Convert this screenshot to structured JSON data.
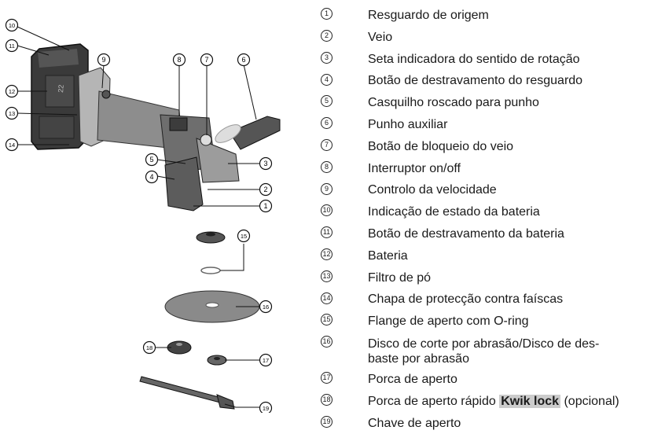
{
  "legend": [
    {
      "num": "1",
      "text": "Resguardo de origem"
    },
    {
      "num": "2",
      "text": "Veio"
    },
    {
      "num": "3",
      "text": "Seta indicadora do sentido de rotação"
    },
    {
      "num": "4",
      "text": "Botão de destravamento do resguardo"
    },
    {
      "num": "5",
      "text": "Casquilho roscado para punho"
    },
    {
      "num": "6",
      "text": "Punho auxiliar"
    },
    {
      "num": "7",
      "text": "Botão de bloqueio do veio"
    },
    {
      "num": "8",
      "text": "Interruptor on/off"
    },
    {
      "num": "9",
      "text": "Controlo da velocidade"
    },
    {
      "num": "10",
      "text": "Indicação de estado da bateria"
    },
    {
      "num": "11",
      "text": "Botão de destravamento da bateria"
    },
    {
      "num": "12",
      "text": "Bateria"
    },
    {
      "num": "13",
      "text": "Filtro de pó"
    },
    {
      "num": "14",
      "text": "Chapa de protecção contra faíscas"
    },
    {
      "num": "15",
      "text": "Flange de aperto com O-ring"
    },
    {
      "num": "16",
      "text": "Disco de corte por abrasão/Disco de des-\nbaste por abrasão"
    },
    {
      "num": "17",
      "text": "Porca de aperto"
    },
    {
      "num": "18",
      "text_before": "Porca de aperto rápido ",
      "highlight": "Kwik lock",
      "text_after": " (opcional)"
    },
    {
      "num": "19",
      "text": "Chave de aperto"
    }
  ],
  "callouts": [
    "10",
    "11",
    "9",
    "8",
    "7",
    "6",
    "12",
    "13",
    "14",
    "5",
    "3",
    "4",
    "2",
    "1",
    "15",
    "16",
    "18",
    "17",
    "19"
  ],
  "battery_label": "22"
}
